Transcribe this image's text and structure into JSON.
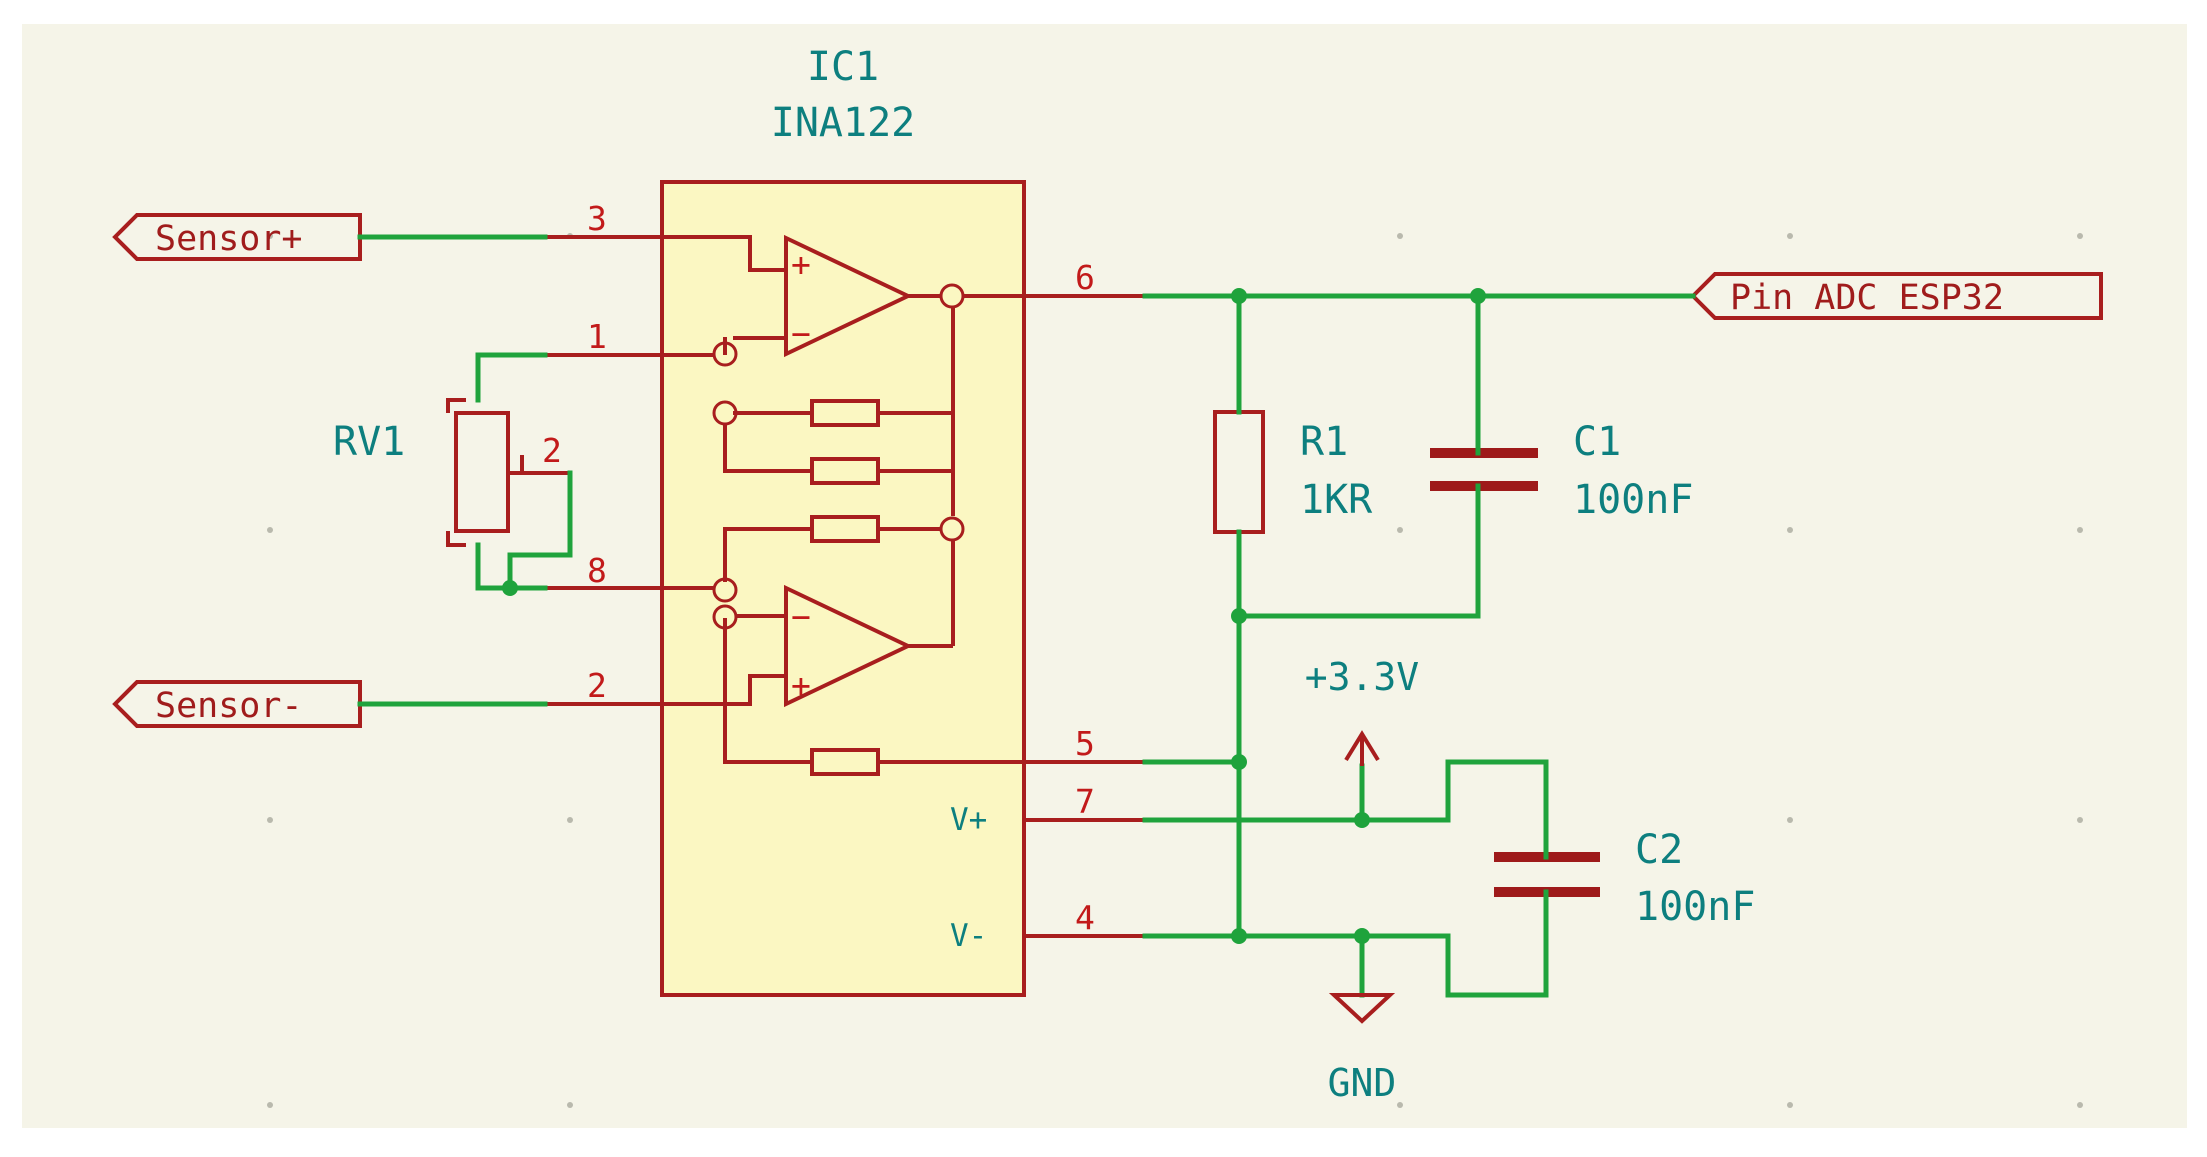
{
  "ic": {
    "ref": "IC1",
    "value": "INA122",
    "pins": {
      "p3": "3",
      "p1": "1",
      "p8": "8",
      "p2": "2",
      "p6": "6",
      "p5": "5",
      "p7": "7",
      "p4": "4"
    },
    "pin_names": {
      "vplus": "V+",
      "vminus": "V-"
    },
    "opamp_signs": {
      "plus": "+",
      "minus": "−"
    }
  },
  "labels": {
    "sensor_plus": "Sensor+",
    "sensor_minus": "Sensor-",
    "adc": "Pin ADC ESP32"
  },
  "rv1": {
    "ref": "RV1",
    "wiper_pin": "2"
  },
  "r1": {
    "ref": "R1",
    "value": "1KR"
  },
  "c1": {
    "ref": "C1",
    "value": "100nF"
  },
  "c2": {
    "ref": "C2",
    "value": "100nF"
  },
  "power": {
    "vcc": "+3.3V",
    "gnd": "GND"
  },
  "colors": {
    "sheet_background": "#f5f4e8",
    "ic_fill": "#fbf7c2",
    "wire": "#1fa33c",
    "symbol": "#a81e1e",
    "reference_text": "#0d7f7f"
  }
}
